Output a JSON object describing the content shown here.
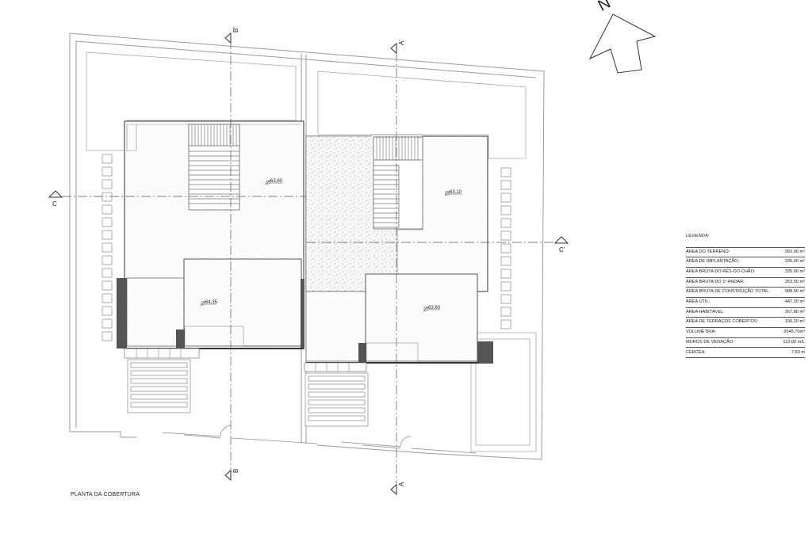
{
  "drawing": {
    "title": "PLANTA DA COBERTURA",
    "north_label": "N",
    "section_marks": {
      "b_top": "B'",
      "b_bottom": "B",
      "a_top": "A'",
      "a_bottom": "A",
      "c_left": "C",
      "c_right": "C'"
    },
    "elevations": [
      "63,60",
      "63,10",
      "64,35",
      "63,60"
    ]
  },
  "legend": {
    "title": "LEGENDA:",
    "rows": [
      {
        "label": "ÁREA DO TERRENO:",
        "value": "993,00 m²"
      },
      {
        "label": "ÁREA DE IMPLANTAÇÃO:",
        "value": "335,00 m²"
      },
      {
        "label": "ÁREA BRUTA DO RÉS-DO-CHÃO:",
        "value": "335,00 m²"
      },
      {
        "label": "ÁREA BRUTA DO 1º ANDAR:",
        "value": "253,50 m²"
      },
      {
        "label": "ÁREA BRUTA DE CONSTRUÇÃO TOTAL:",
        "value": "588,50 m²"
      },
      {
        "label": "ÁREA ÚTIL:",
        "value": "447,20 m²"
      },
      {
        "label": "ÁREA HABITÁVEL:",
        "value": "267,80 m²"
      },
      {
        "label": "ÁREA DE TERRAÇOS COBERTOS:",
        "value": "106,20 m²"
      },
      {
        "label": "VOLUMETRIA:",
        "value": "2045,70m³"
      },
      {
        "label": "MUROS DE VEDAÇÃO:",
        "value": "112,00 m/L"
      },
      {
        "label": "CÉRCEA:",
        "value": "7,60 m"
      }
    ]
  }
}
